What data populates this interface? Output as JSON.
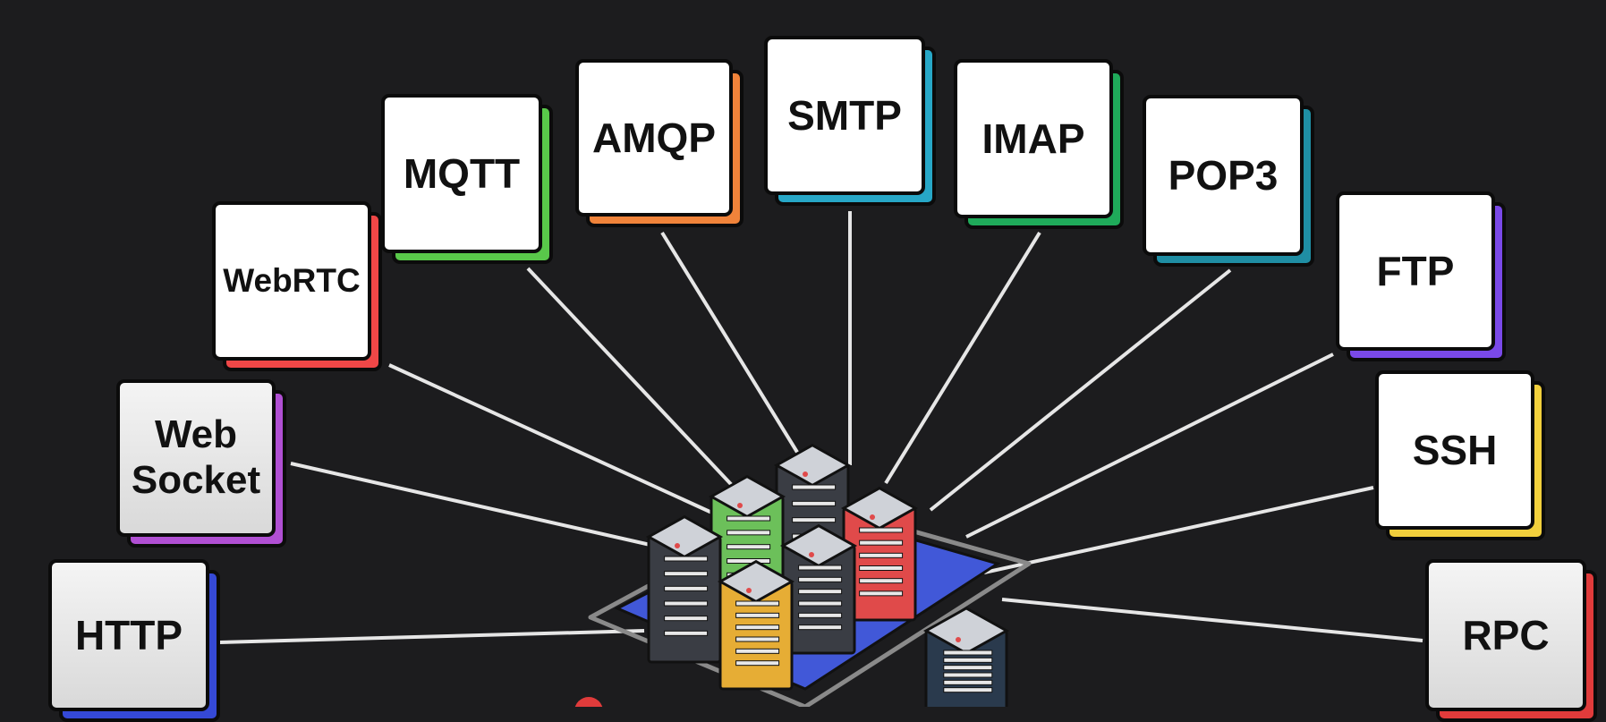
{
  "protocols": [
    {
      "label": "HTTP",
      "color": "#3549d6"
    },
    {
      "label": "Web\nSocket",
      "color": "#b04fd3"
    },
    {
      "label": "WebRTC",
      "color": "#ef4747"
    },
    {
      "label": "MQTT",
      "color": "#59c84a"
    },
    {
      "label": "AMQP",
      "color": "#f0833a"
    },
    {
      "label": "SMTP",
      "color": "#27a7c7"
    },
    {
      "label": "IMAP",
      "color": "#1faa5a"
    },
    {
      "label": "POP3",
      "color": "#1f8ea4"
    },
    {
      "label": "FTP",
      "color": "#7a49e8"
    },
    {
      "label": "SSH",
      "color": "#f1cf3c"
    },
    {
      "label": "RPC",
      "color": "#e03b3b"
    }
  ],
  "server_colors": {
    "platform": "#4158d8",
    "gray": "#3a3d44",
    "green": "#6cc05a",
    "red": "#e04a4a",
    "yellow": "#e6ad35",
    "navy": "#2a3a4d"
  }
}
